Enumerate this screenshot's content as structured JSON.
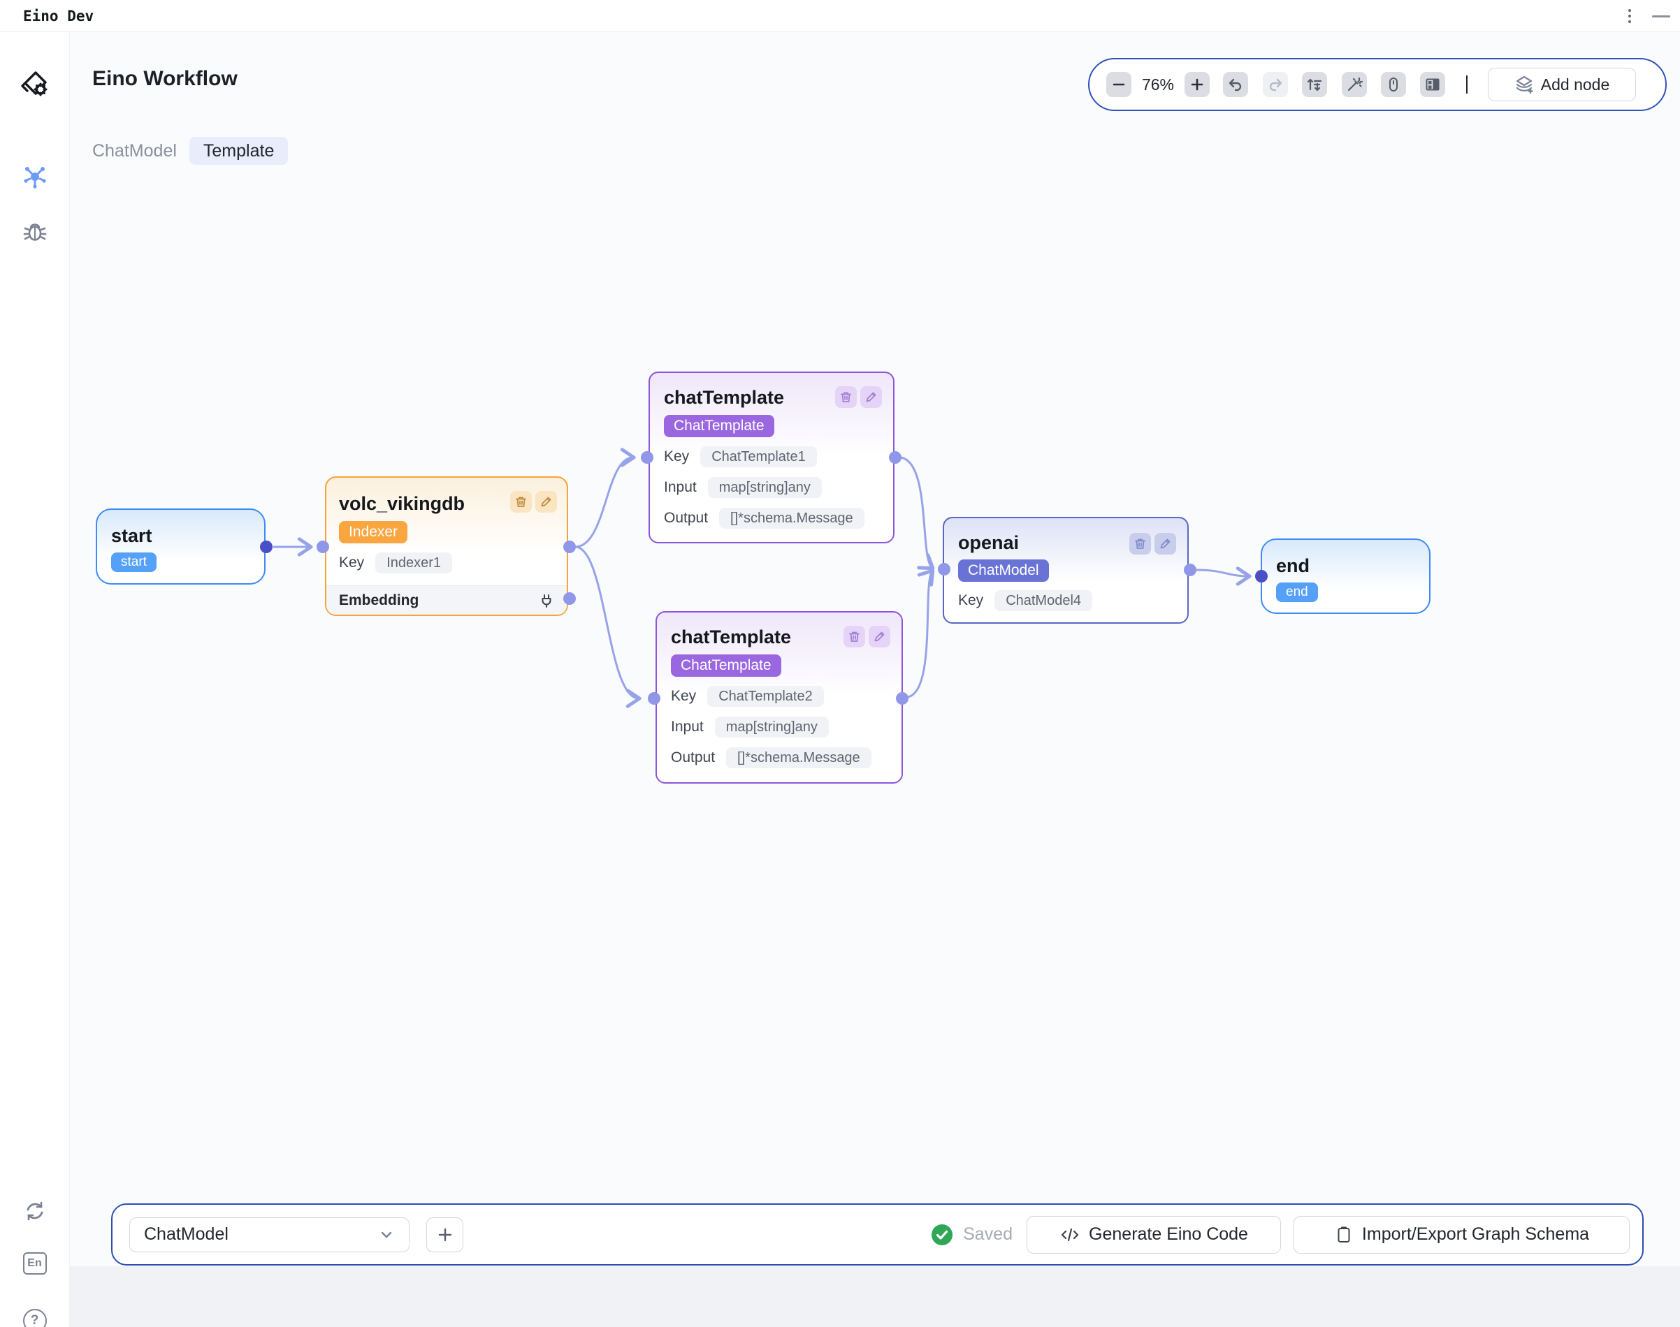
{
  "window": {
    "title": "Eino Dev"
  },
  "header": {
    "title": "Eino Workflow"
  },
  "tabs": {
    "chatmodel": "ChatModel",
    "template": "Template"
  },
  "toolbar": {
    "zoom": "76%",
    "add_node": "Add node"
  },
  "sidebar": {
    "language_label": "En",
    "help_label": "?"
  },
  "canvas": {
    "nodes": [
      {
        "title": "start",
        "badge": "start"
      },
      {
        "title": "volc_vikingdb",
        "badge": "Indexer",
        "rows": [
          {
            "label": "Key",
            "value": "Indexer1"
          }
        ],
        "section": "Embedding"
      },
      {
        "title": "chatTemplate",
        "badge": "ChatTemplate",
        "rows": [
          {
            "label": "Key",
            "value": "ChatTemplate1"
          },
          {
            "label": "Input",
            "value": "map[string]any"
          },
          {
            "label": "Output",
            "value": "[]*schema.Message"
          }
        ]
      },
      {
        "title": "chatTemplate",
        "badge": "ChatTemplate",
        "rows": [
          {
            "label": "Key",
            "value": "ChatTemplate2"
          },
          {
            "label": "Input",
            "value": "map[string]any"
          },
          {
            "label": "Output",
            "value": "[]*schema.Message"
          }
        ]
      },
      {
        "title": "openai",
        "badge": "ChatModel",
        "rows": [
          {
            "label": "Key",
            "value": "ChatModel4"
          }
        ]
      },
      {
        "title": "end",
        "badge": "end"
      }
    ]
  },
  "bottom_bar": {
    "graph_selector": "ChatModel",
    "add": "+",
    "status": "Saved",
    "generate": "Generate Eino Code",
    "import_export": "Import/Export Graph Schema"
  },
  "colors": {
    "accent_blue_border": "#3052b9",
    "node_start_end": "#3d8bf6",
    "node_indexer": "#f9a23b",
    "node_chattemplate": "#8e55db",
    "node_chatmodel": "#5a66c5",
    "badge_blue": "#55a1f7",
    "badge_orange": "#f9a540",
    "badge_purple": "#9a67e1",
    "badge_indigo": "#6973d6",
    "edge": "#97a3e9",
    "port_dark": "#4a4fc7",
    "port_light": "#9097e8",
    "saved_green": "#2fa757"
  }
}
